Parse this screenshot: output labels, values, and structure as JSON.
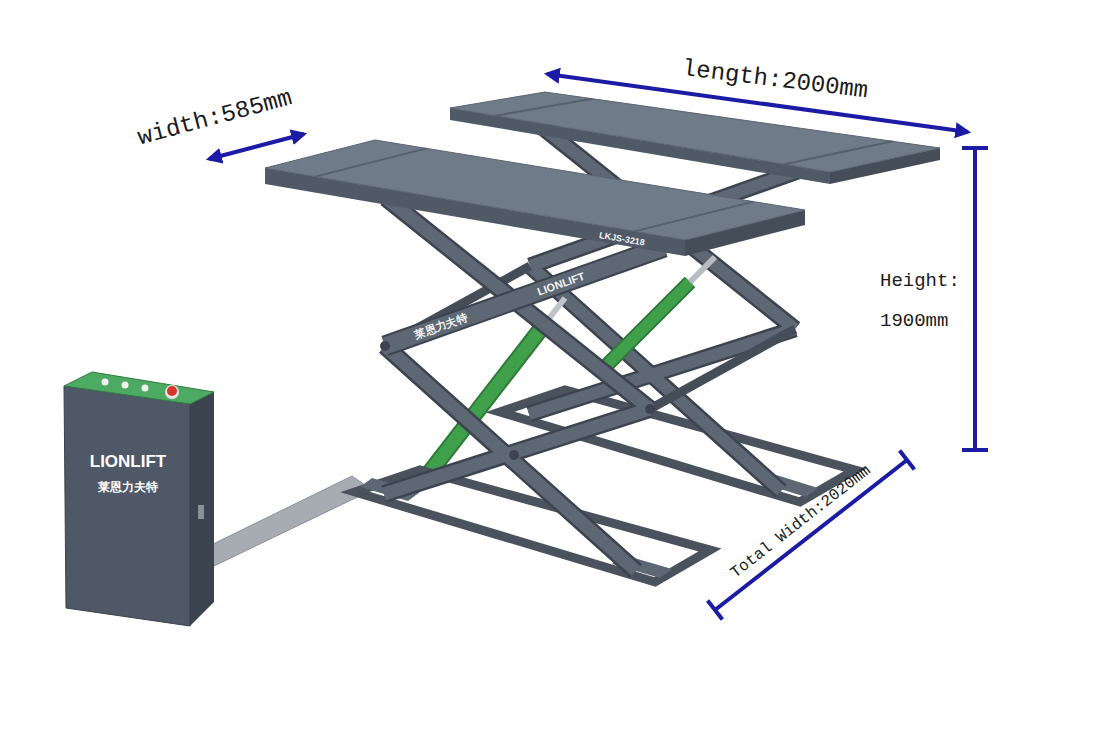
{
  "diagram": {
    "labels": [
      "width:585mm",
      "length:2000mm",
      "Height:",
      "1900mm",
      "Total Width:2020mm",
      "LKJS-3218",
      "莱恩力夫特",
      "LIONLIFT",
      "LIONLIFT",
      "莱恩力夫特"
    ]
  }
}
